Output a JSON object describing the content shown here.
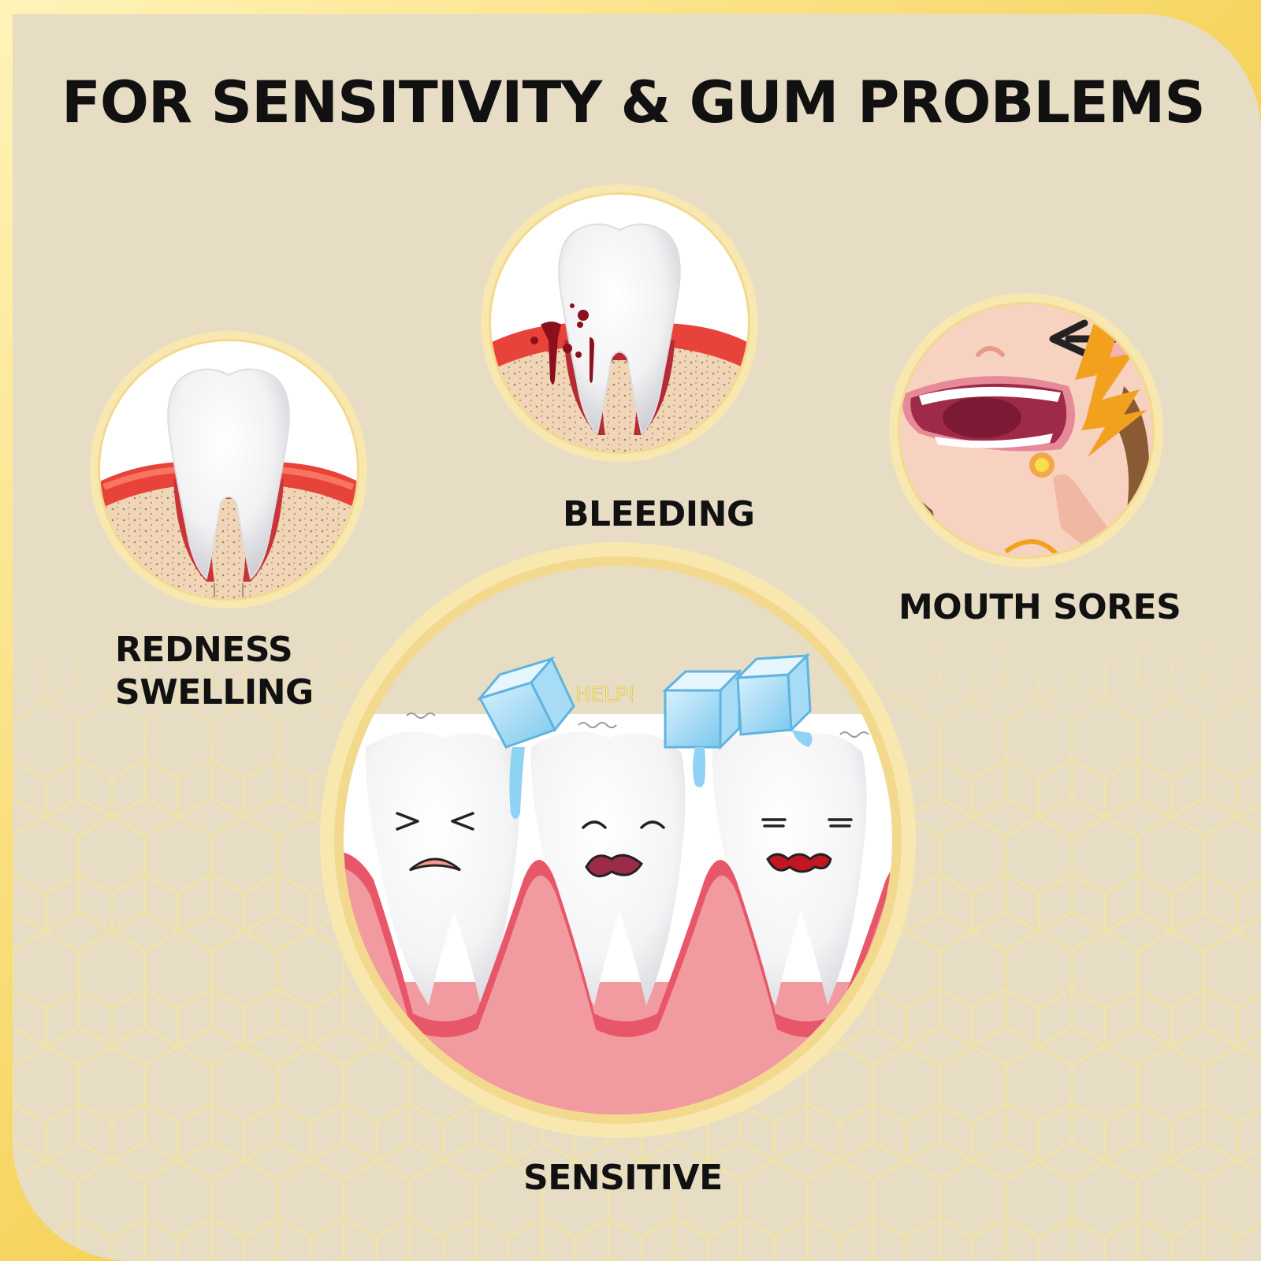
{
  "title": "FOR SENSITIVITY & GUM PROBLEMS",
  "items": [
    {
      "label_lines": [
        "REDNESS",
        "SWELLING"
      ],
      "illustration": "swollen-gum-tooth"
    },
    {
      "label_lines": [
        "BLEEDING"
      ],
      "illustration": "bleeding-gum-tooth"
    },
    {
      "label_lines": [
        "MOUTH SORES"
      ],
      "illustration": "mouth-sore-face"
    },
    {
      "label_lines": [
        "SENSITIVE"
      ],
      "illustration": "sensitive-teeth-ice",
      "callout": "HELP!"
    }
  ],
  "colors": {
    "background": "#e7ddc5",
    "border": "#f6d25a",
    "ring": "#f7e3a3",
    "gum_red": "#e8433b",
    "gum_pink": "#ef6f7e",
    "ice": "#8fd3f4",
    "text": "#111111"
  }
}
